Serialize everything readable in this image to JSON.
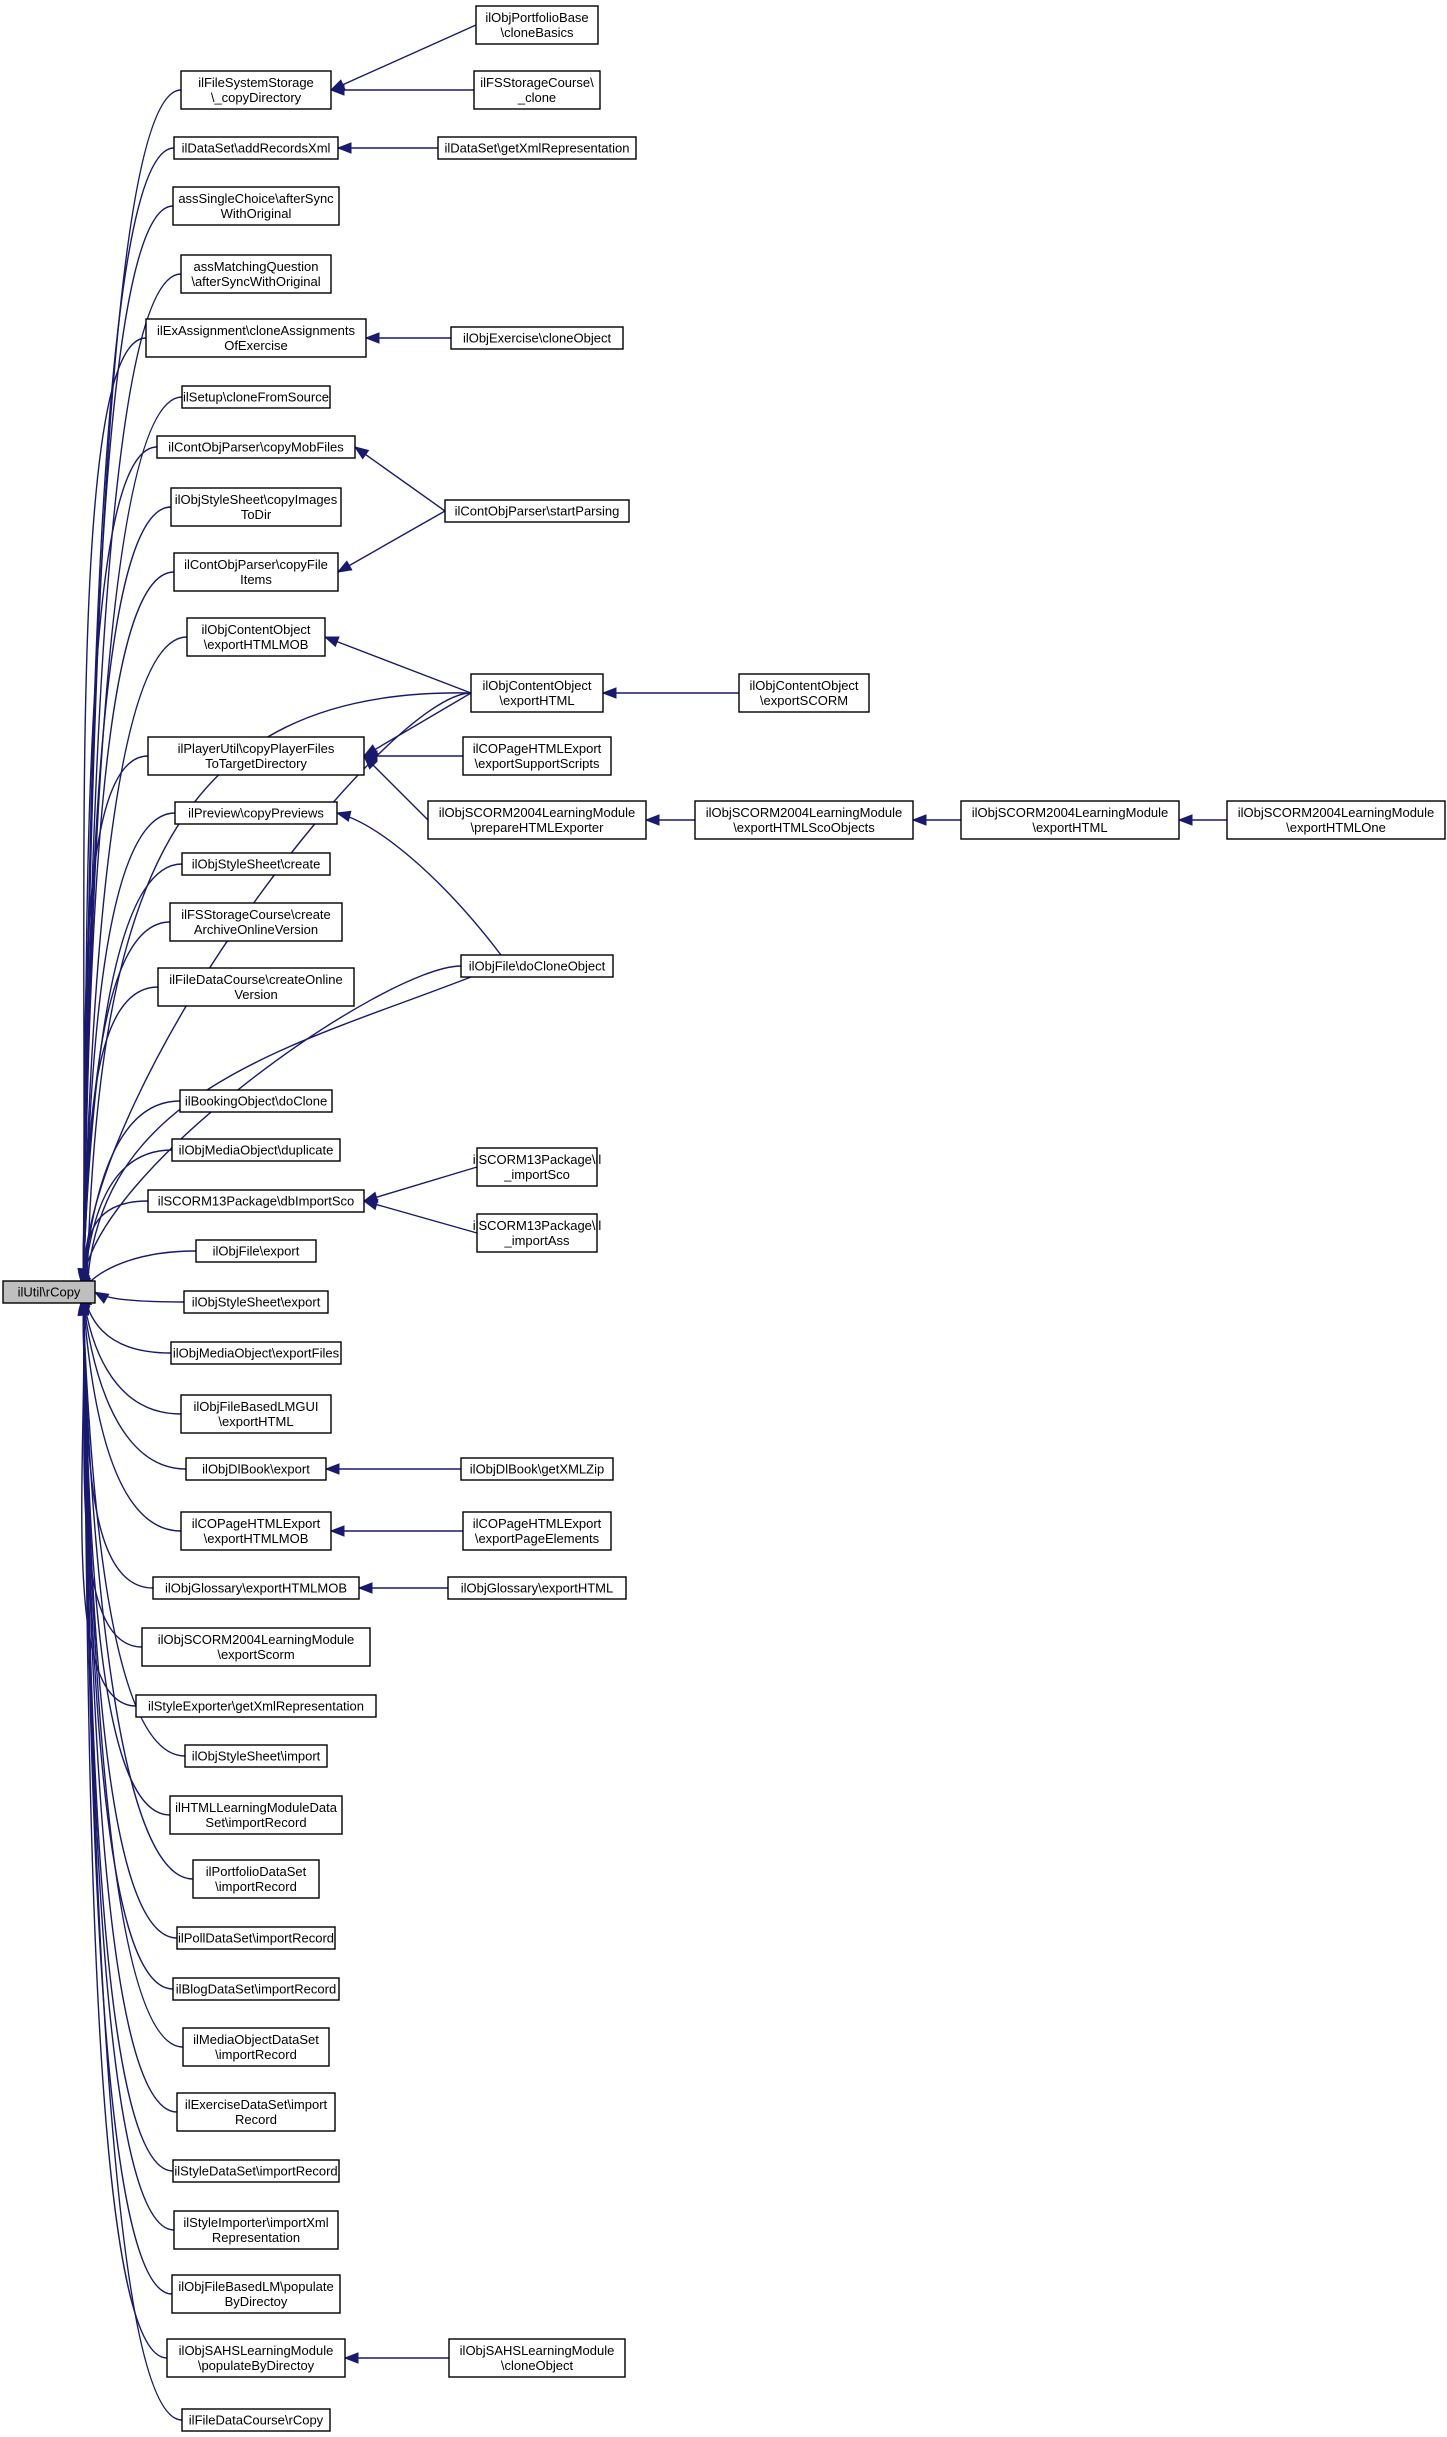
{
  "root": "ilUtil\\rCopy",
  "callers": [
    [
      "ilFileSystemStorage",
      "\\_copyDirectory"
    ],
    [
      "ilDataSet\\addRecordsXml"
    ],
    [
      "assSingleChoice\\afterSync",
      "WithOriginal"
    ],
    [
      "assMatchingQuestion",
      "\\afterSyncWithOriginal"
    ],
    [
      "ilExAssignment\\cloneAssignments",
      "OfExercise"
    ],
    [
      "ilSetup\\cloneFromSource"
    ],
    [
      "ilContObjParser\\copyMobFiles"
    ],
    [
      "ilObjStyleSheet\\copyImages",
      "ToDir"
    ],
    [
      "ilContObjParser\\copyFile",
      "Items"
    ],
    [
      "ilObjContentObject",
      "\\exportHTMLMOB"
    ],
    [
      "ilObjContentObject",
      "\\exportHTML"
    ],
    [
      "ilPlayerUtil\\copyPlayerFiles",
      "ToTargetDirectory"
    ],
    [
      "ilPreview\\copyPreviews"
    ],
    [
      "ilObjStyleSheet\\create"
    ],
    [
      "ilFSStorageCourse\\create",
      "ArchiveOnlineVersion"
    ],
    [
      "ilFileDataCourse\\createOnline",
      "Version"
    ],
    [
      "ilObjFile\\doCloneObject"
    ],
    [
      "ilBookingObject\\doClone"
    ],
    [
      "ilObjMediaObject\\duplicate"
    ],
    [
      "ilSCORM13Package\\dbImportSco"
    ],
    [
      "ilObjFile\\export"
    ],
    [
      "ilObjStyleSheet\\export"
    ],
    [
      "ilObjMediaObject\\exportFiles"
    ],
    [
      "ilObjFileBasedLMGUI",
      "\\exportHTML"
    ],
    [
      "ilObjDlBook\\export"
    ],
    [
      "ilCOPageHTMLExport",
      "\\exportHTMLMOB"
    ],
    [
      "ilObjGlossary\\exportHTMLMOB"
    ],
    [
      "ilObjSCORM2004LearningModule",
      "\\exportScorm"
    ],
    [
      "ilStyleExporter\\getXmlRepresentation"
    ],
    [
      "ilObjStyleSheet\\import"
    ],
    [
      "ilHTMLLearningModuleData",
      "Set\\importRecord"
    ],
    [
      "ilPortfolioDataSet",
      "\\importRecord"
    ],
    [
      "ilPollDataSet\\importRecord"
    ],
    [
      "ilBlogDataSet\\importRecord"
    ],
    [
      "ilMediaObjectDataSet",
      "\\importRecord"
    ],
    [
      "ilExerciseDataSet\\import",
      "Record"
    ],
    [
      "ilStyleDataSet\\importRecord"
    ],
    [
      "ilStyleImporter\\importXml",
      "Representation"
    ],
    [
      "ilObjFileBasedLM\\populate",
      "ByDirectoy"
    ],
    [
      "ilObjSAHSLearningModule",
      "\\populateByDirectoy"
    ],
    [
      "ilFileDataCourse\\rCopy"
    ]
  ],
  "second_level": [
    [
      "ilObjPortfolioBase",
      "\\cloneBasics"
    ],
    [
      "ilFSStorageCourse\\",
      "_clone"
    ],
    [
      "ilDataSet\\getXmlRepresentation"
    ],
    [
      "ilObjExercise\\cloneObject"
    ],
    [
      "ilContObjParser\\startParsing"
    ],
    [
      "ilCOPageHTMLExport",
      "\\exportSupportScripts"
    ],
    [
      "ilObjSCORM2004LearningModule",
      "\\prepareHTMLExporter"
    ],
    [
      "ilSCORM13Package\\il",
      "_importSco"
    ],
    [
      "ilSCORM13Package\\il",
      "_importAss"
    ],
    [
      "ilObjDlBook\\getXMLZip"
    ],
    [
      "ilCOPageHTMLExport",
      "\\exportPageElements"
    ],
    [
      "ilObjGlossary\\exportHTML"
    ],
    [
      "ilObjSAHSLearningModule",
      "\\cloneObject"
    ]
  ],
  "third_level": [
    [
      "ilObjContentObject",
      "\\exportSCORM"
    ],
    [
      "ilObjSCORM2004LearningModule",
      "\\exportHTMLScoObjects"
    ],
    [
      "ilObjSCORM2004LearningModule",
      "\\exportHTML"
    ],
    [
      "ilObjSCORM2004LearningModule",
      "\\exportHTMLOne"
    ]
  ]
}
